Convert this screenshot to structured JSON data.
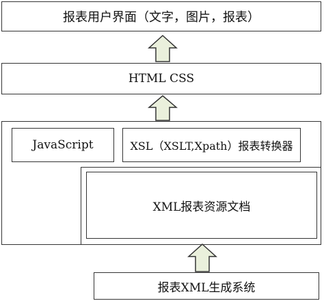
{
  "diagram": {
    "layers": {
      "ui_label": "报表用户界面（文字，图片，报表）",
      "html_css_label": "HTML CSS",
      "javascript_label": "JavaScript",
      "xsl_label": "XSL（XSLT,Xpath）报表转换器",
      "xml_doc_label": "XML报表资源文档",
      "xml_gen_label": "报表XML生成系统"
    },
    "colors": {
      "border": "#333333",
      "arrow_fill": "#eaf0dc",
      "arrow_stroke": "#333333",
      "background": "#ffffff"
    },
    "icons": [
      "up-arrow-icon",
      "up-arrow-icon",
      "up-arrow-icon"
    ]
  }
}
